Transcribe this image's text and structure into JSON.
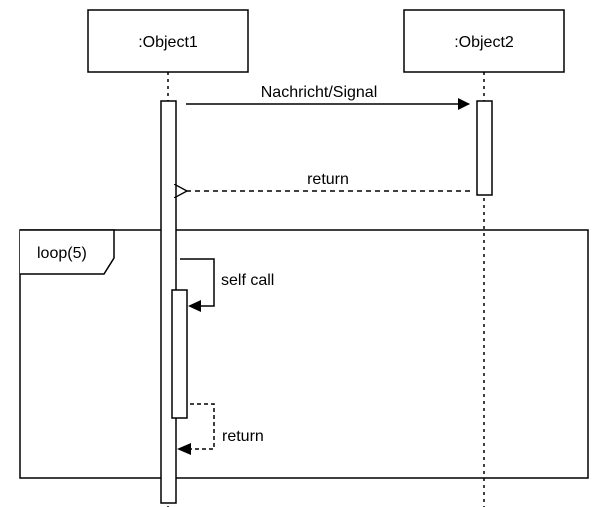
{
  "objects": [
    {
      "id": "obj1",
      "label": ":Object1"
    },
    {
      "id": "obj2",
      "label": ":Object2"
    }
  ],
  "messages": {
    "signal": {
      "label": "Nachricht/Signal",
      "style": "solid",
      "from": "obj1",
      "to": "obj2"
    },
    "return_outer": {
      "label": "return",
      "style": "dashed",
      "from": "obj2",
      "to": "obj1"
    },
    "self_call": {
      "label": "self call",
      "style": "solid",
      "from": "obj1",
      "to": "obj1"
    },
    "return_inner": {
      "label": "return",
      "style": "dashed",
      "from": "obj1",
      "to": "obj1"
    }
  },
  "fragment": {
    "operator": "loop(5)"
  },
  "colors": {
    "stroke": "#000000",
    "background": "#ffffff"
  }
}
